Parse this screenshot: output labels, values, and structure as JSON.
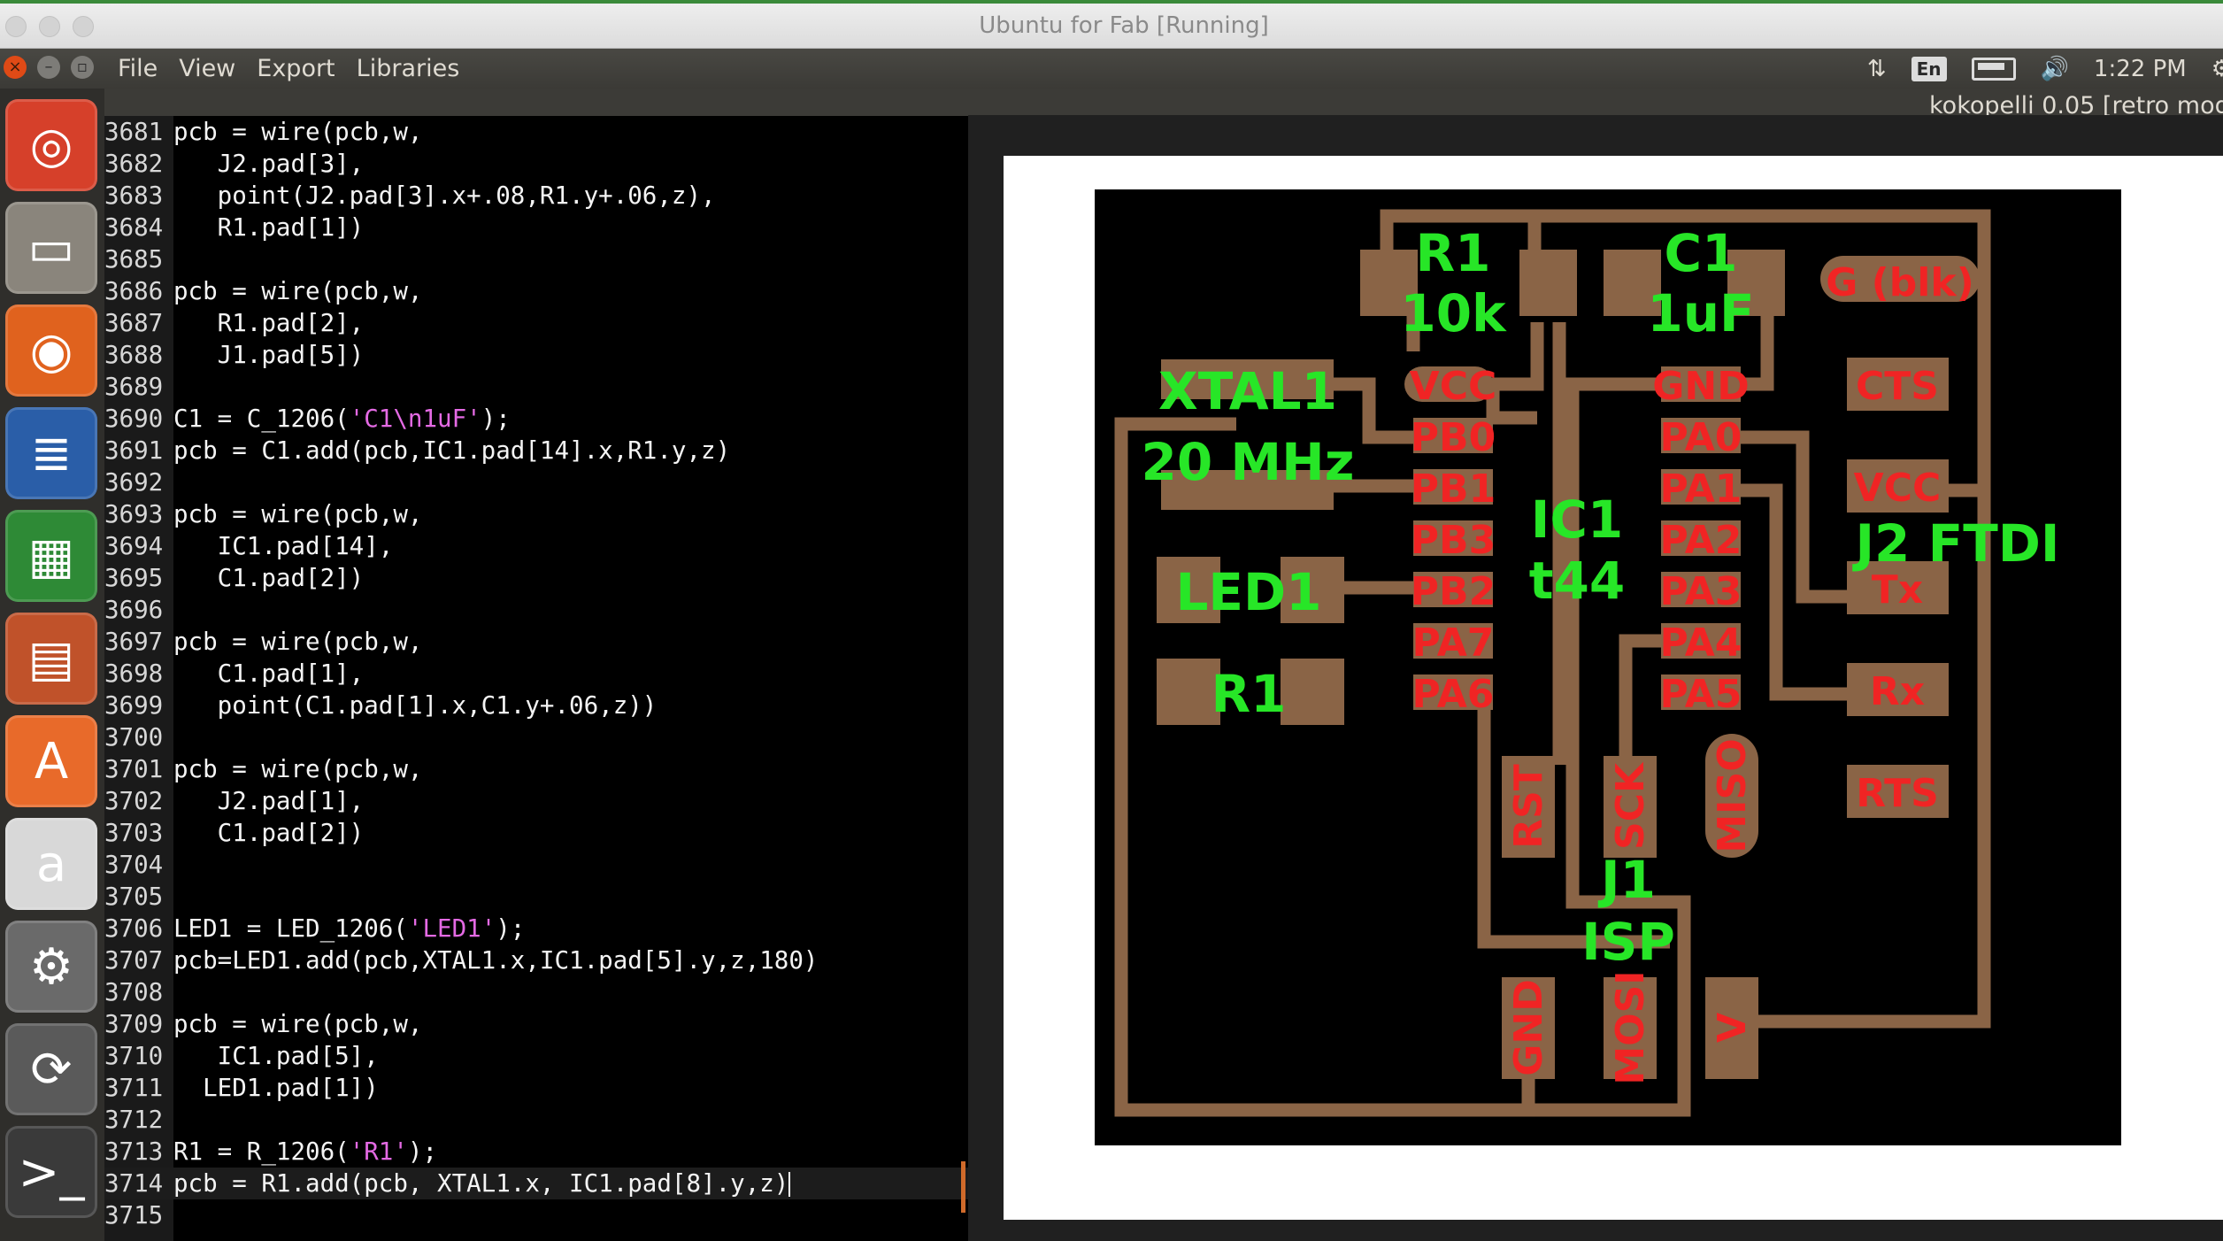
{
  "window": {
    "title": "Ubuntu for Fab [Running]"
  },
  "menubar": {
    "menus": [
      "File",
      "View",
      "Export",
      "Libraries"
    ],
    "tray": {
      "keyboard": "En",
      "time": "1:22 PM"
    }
  },
  "app": {
    "title": "kokopelli 0.05 [retro mod"
  },
  "launcher": {
    "items": [
      {
        "name": "ubuntu-dash-icon",
        "glyph": "◎",
        "color": "#d6402a"
      },
      {
        "name": "files-icon",
        "glyph": "▭",
        "color": "#8a857c"
      },
      {
        "name": "firefox-icon",
        "glyph": "◉",
        "color": "#e0621e"
      },
      {
        "name": "writer-icon",
        "glyph": "≣",
        "color": "#2a5ea8"
      },
      {
        "name": "calc-icon",
        "glyph": "▦",
        "color": "#2e8a36"
      },
      {
        "name": "impress-icon",
        "glyph": "▤",
        "color": "#c0522a"
      },
      {
        "name": "software-center-icon",
        "glyph": "A",
        "color": "#e86a2a"
      },
      {
        "name": "amazon-icon",
        "glyph": "a",
        "color": "#d8d8d8"
      },
      {
        "name": "settings-icon",
        "glyph": "⚙",
        "color": "#6a6a6a"
      },
      {
        "name": "updater-icon",
        "glyph": "⟳",
        "color": "#5a5a5a"
      },
      {
        "name": "terminal-icon",
        "glyph": ">_",
        "color": "#3a3a3a"
      }
    ]
  },
  "editor": {
    "lines": [
      {
        "n": "3681",
        "t": "pcb = wire(pcb,w,"
      },
      {
        "n": "3682",
        "t": "   J2.pad[3],"
      },
      {
        "n": "3683",
        "t": "   point(J2.pad[3].x+.08,R1.y+.06,z),"
      },
      {
        "n": "3684",
        "t": "   R1.pad[1])"
      },
      {
        "n": "3685",
        "t": ""
      },
      {
        "n": "3686",
        "t": "pcb = wire(pcb,w,"
      },
      {
        "n": "3687",
        "t": "   R1.pad[2],"
      },
      {
        "n": "3688",
        "t": "   J1.pad[5])"
      },
      {
        "n": "3689",
        "t": ""
      },
      {
        "n": "3690",
        "t": "C1 = C_1206(",
        "s": "'C1\\n1uF'",
        "t2": ");"
      },
      {
        "n": "3691",
        "t": "pcb = C1.add(pcb,IC1.pad[14].x,R1.y,z)"
      },
      {
        "n": "3692",
        "t": ""
      },
      {
        "n": "3693",
        "t": "pcb = wire(pcb,w,"
      },
      {
        "n": "3694",
        "t": "   IC1.pad[14],"
      },
      {
        "n": "3695",
        "t": "   C1.pad[2])"
      },
      {
        "n": "3696",
        "t": ""
      },
      {
        "n": "3697",
        "t": "pcb = wire(pcb,w,"
      },
      {
        "n": "3698",
        "t": "   C1.pad[1],"
      },
      {
        "n": "3699",
        "t": "   point(C1.pad[1].x,C1.y+.06,z))"
      },
      {
        "n": "3700",
        "t": ""
      },
      {
        "n": "3701",
        "t": "pcb = wire(pcb,w,"
      },
      {
        "n": "3702",
        "t": "   J2.pad[1],"
      },
      {
        "n": "3703",
        "t": "   C1.pad[2])"
      },
      {
        "n": "3704",
        "t": ""
      },
      {
        "n": "3705",
        "t": ""
      },
      {
        "n": "3706",
        "t": "LED1 = LED_1206(",
        "s": "'LED1'",
        "t2": ");"
      },
      {
        "n": "3707",
        "t": "pcb=LED1.add(pcb,XTAL1.x,IC1.pad[5].y,z,180)"
      },
      {
        "n": "3708",
        "t": ""
      },
      {
        "n": "3709",
        "t": "pcb = wire(pcb,w,"
      },
      {
        "n": "3710",
        "t": "   IC1.pad[5],"
      },
      {
        "n": "3711",
        "t": "  LED1.pad[1])"
      },
      {
        "n": "3712",
        "t": ""
      },
      {
        "n": "3713",
        "t": "R1 = R_1206(",
        "s": "'R1'",
        "t2": ");"
      },
      {
        "n": "3714",
        "t": "pcb = R1.add(pcb, XTAL1.x, IC1.pad[8].y,z)",
        "cur": true
      },
      {
        "n": "3715",
        "t": ""
      }
    ]
  },
  "board": {
    "colors": {
      "copper": "#8a6446",
      "pad_label": "#f02424",
      "part_label": "#27e627",
      "background": "#000000"
    },
    "labels": {
      "r1": "R1",
      "r1_val": "10k",
      "c1": "C1",
      "c1_val": "1uF",
      "gblk": "G (blk)",
      "xtal": "XTAL1",
      "xtal_val": "20 MHz",
      "vcc": "VCC",
      "pb0": "PB0",
      "pb1": "PB1",
      "pb3": "PB3",
      "pb2": "PB2",
      "pa7": "PA7",
      "pa6": "PA6",
      "gnd": "GND",
      "pa0": "PA0",
      "pa1": "PA1",
      "pa2": "PA2",
      "pa3": "PA3",
      "pa4": "PA4",
      "pa5": "PA5",
      "ic1": "IC1",
      "ic1_val": "t44",
      "cts": "CTS",
      "vcc2": "VCC",
      "j2": "J2 FTDI",
      "tx": "Tx",
      "rx": "Rx",
      "rts": "RTS",
      "led1": "LED1",
      "r1b": "R1",
      "rst": "RST",
      "sck": "SCK",
      "miso": "MISO",
      "j1": "J1",
      "isp": "ISP",
      "gnd2": "GND",
      "mosi": "MOSI",
      "v": "V"
    }
  }
}
